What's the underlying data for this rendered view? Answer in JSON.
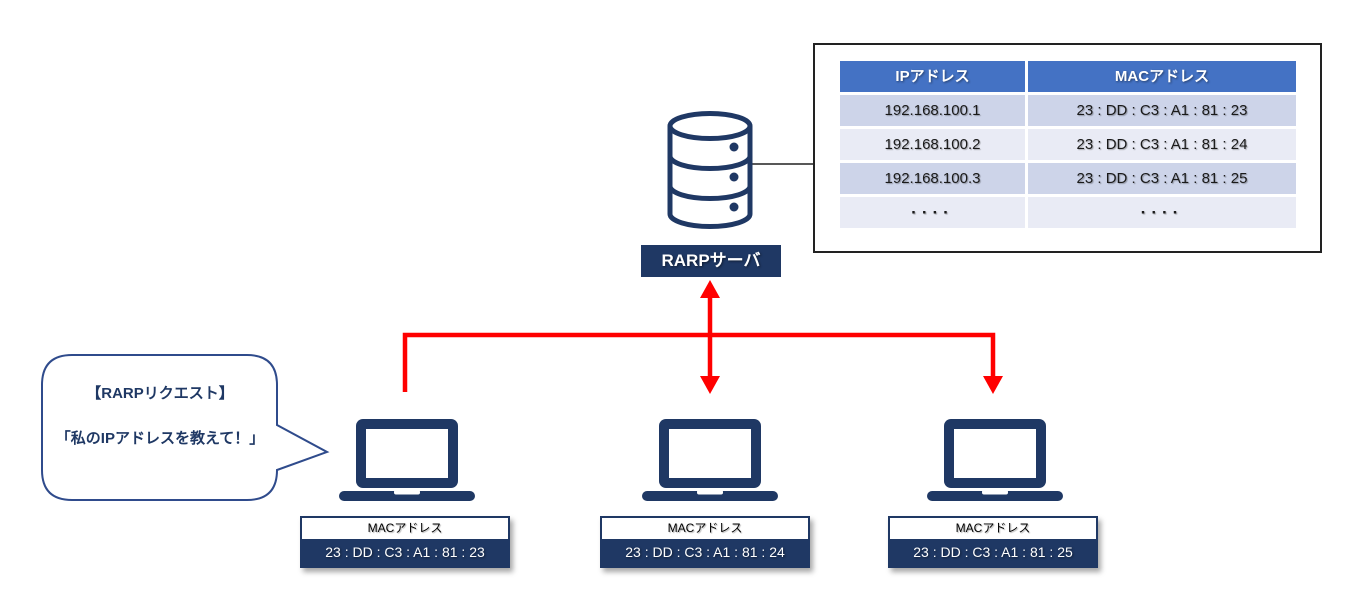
{
  "colors": {
    "navy": "#1F3864",
    "arrow_red": "#FF0000",
    "table_header_bg": "#4472C4",
    "table_row_dark": "#CDD4E9",
    "table_row_light": "#E9EBF5",
    "connector_gray": "#404040"
  },
  "server": {
    "label": "RARPサーバ"
  },
  "table": {
    "headers": [
      "IPアドレス",
      "MACアドレス"
    ],
    "rows": [
      [
        "192.168.100.1",
        "23 : DD : C3 : A1 : 81 : 23"
      ],
      [
        "192.168.100.2",
        "23 : DD : C3 : A1 : 81 : 24"
      ],
      [
        "192.168.100.3",
        "23 : DD : C3 : A1 : 81 : 25"
      ],
      [
        "····",
        "····"
      ]
    ]
  },
  "speech_bubble": {
    "line1": "【RARPリクエスト】",
    "line2": "「私のIPアドレスを教えて！」"
  },
  "clients": [
    {
      "mac_label": "MACアドレス",
      "mac": "23 : DD : C3 : A1 : 81 : 23"
    },
    {
      "mac_label": "MACアドレス",
      "mac": "23 : DD : C3 : A1 : 81 : 24"
    },
    {
      "mac_label": "MACアドレス",
      "mac": "23 : DD : C3 : A1 : 81 : 25"
    }
  ]
}
